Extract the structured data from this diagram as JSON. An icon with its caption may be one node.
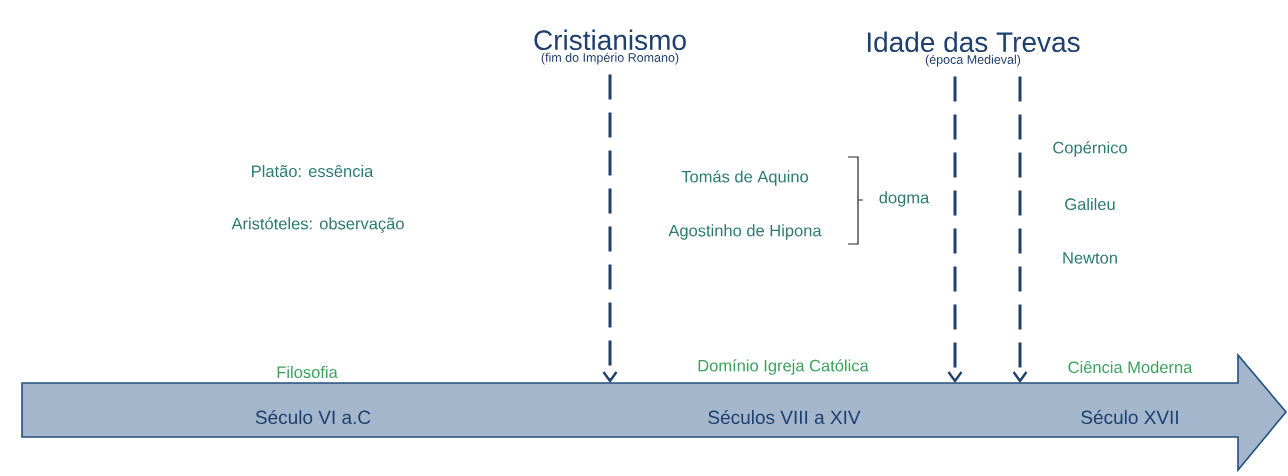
{
  "diagram": {
    "nodes": [
      {
        "text": [
          "Cristianismo",
          "(fim do Império Romano)"
        ]
      },
      {
        "text": [
          "Idade das Trevas",
          "(época Medieval)"
        ]
      },
      {
        "text": [
          "Século VI a.C",
          "Séculos VIII a XIV",
          "Século XVII"
        ]
      }
    ],
    "edges": [
      {
        "from": 0,
        "to": 2,
        "arrow": "to",
        "style": "dashed"
      },
      {
        "from": 1,
        "to": 2,
        "arrow": "to",
        "style": "dashed"
      },
      {
        "from": 1,
        "to": 2,
        "arrow": "to",
        "style": "dashed"
      }
    ],
    "labels": [
      "Platão: essência",
      "Aristóteles: observação",
      "Tomás de Aquino",
      "Agostinho de Hipona",
      "dogma",
      "Copérnico",
      "Galileu",
      "Newton",
      "Filosofia",
      "Domínio Igreja Católica",
      "Ciência Moderna"
    ]
  }
}
